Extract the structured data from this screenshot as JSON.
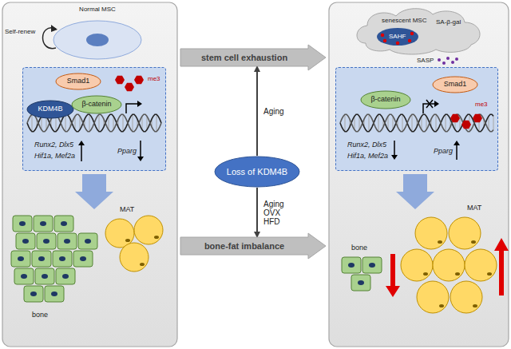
{
  "diagram": {
    "nodes": [
      {
        "text": [
          "Normal MSC"
        ]
      },
      {
        "text": [
          "Runx2, Dlx5",
          "Hif1a, Mef2a",
          "Pparg",
          "me3"
        ]
      },
      {
        "text": [
          "Smad1"
        ],
        "in": 1
      },
      {
        "text": [
          "KDM4B"
        ],
        "in": 1
      },
      {
        "text": [
          "β-catenin"
        ],
        "in": 1
      },
      {
        "text": [
          "Loss of KDM4B"
        ]
      },
      {
        "text": [
          "senescent MSC",
          "SA-β-gal",
          "SAHF",
          "SASP"
        ]
      },
      {
        "text": [
          "Runx2, Dlx5",
          "Hif1a, Mef2a",
          "Pparg",
          "me3"
        ]
      },
      {
        "text": [
          "β-catenin"
        ],
        "in": 7
      },
      {
        "text": [
          "Smad1"
        ],
        "in": 7
      },
      {
        "text": [
          "stem cell exhaustion"
        ]
      },
      {
        "text": [
          "bone-fat imbalance"
        ]
      }
    ],
    "edges": [
      {
        "from": 5,
        "to": 10,
        "label": "Aging",
        "arrow": "to"
      },
      {
        "from": 5,
        "to": 11,
        "label": "Aging OVX HFD",
        "arrow": "to"
      }
    ],
    "labels": [
      "Self-renew",
      "bone",
      "MAT",
      "bone",
      "MAT"
    ]
  }
}
